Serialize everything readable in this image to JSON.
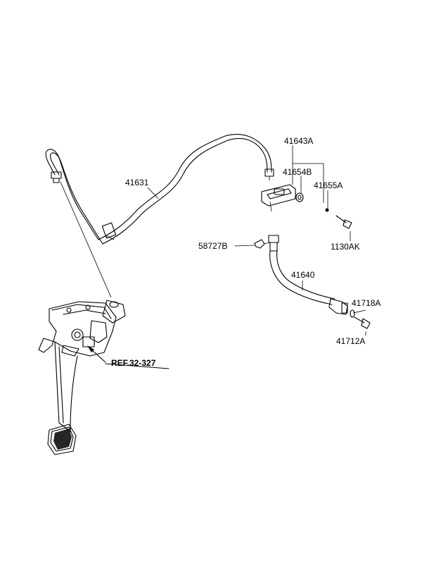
{
  "labels": {
    "l41643A": "41643A",
    "l41654B": "41654B",
    "l41655A": "41655A",
    "l41631": "41631",
    "l58727B": "58727B",
    "l1130AK": "1130AK",
    "l41640": "41640",
    "l41718A": "41718A",
    "l41712A": "41712A",
    "ref": "REF.32-327"
  }
}
